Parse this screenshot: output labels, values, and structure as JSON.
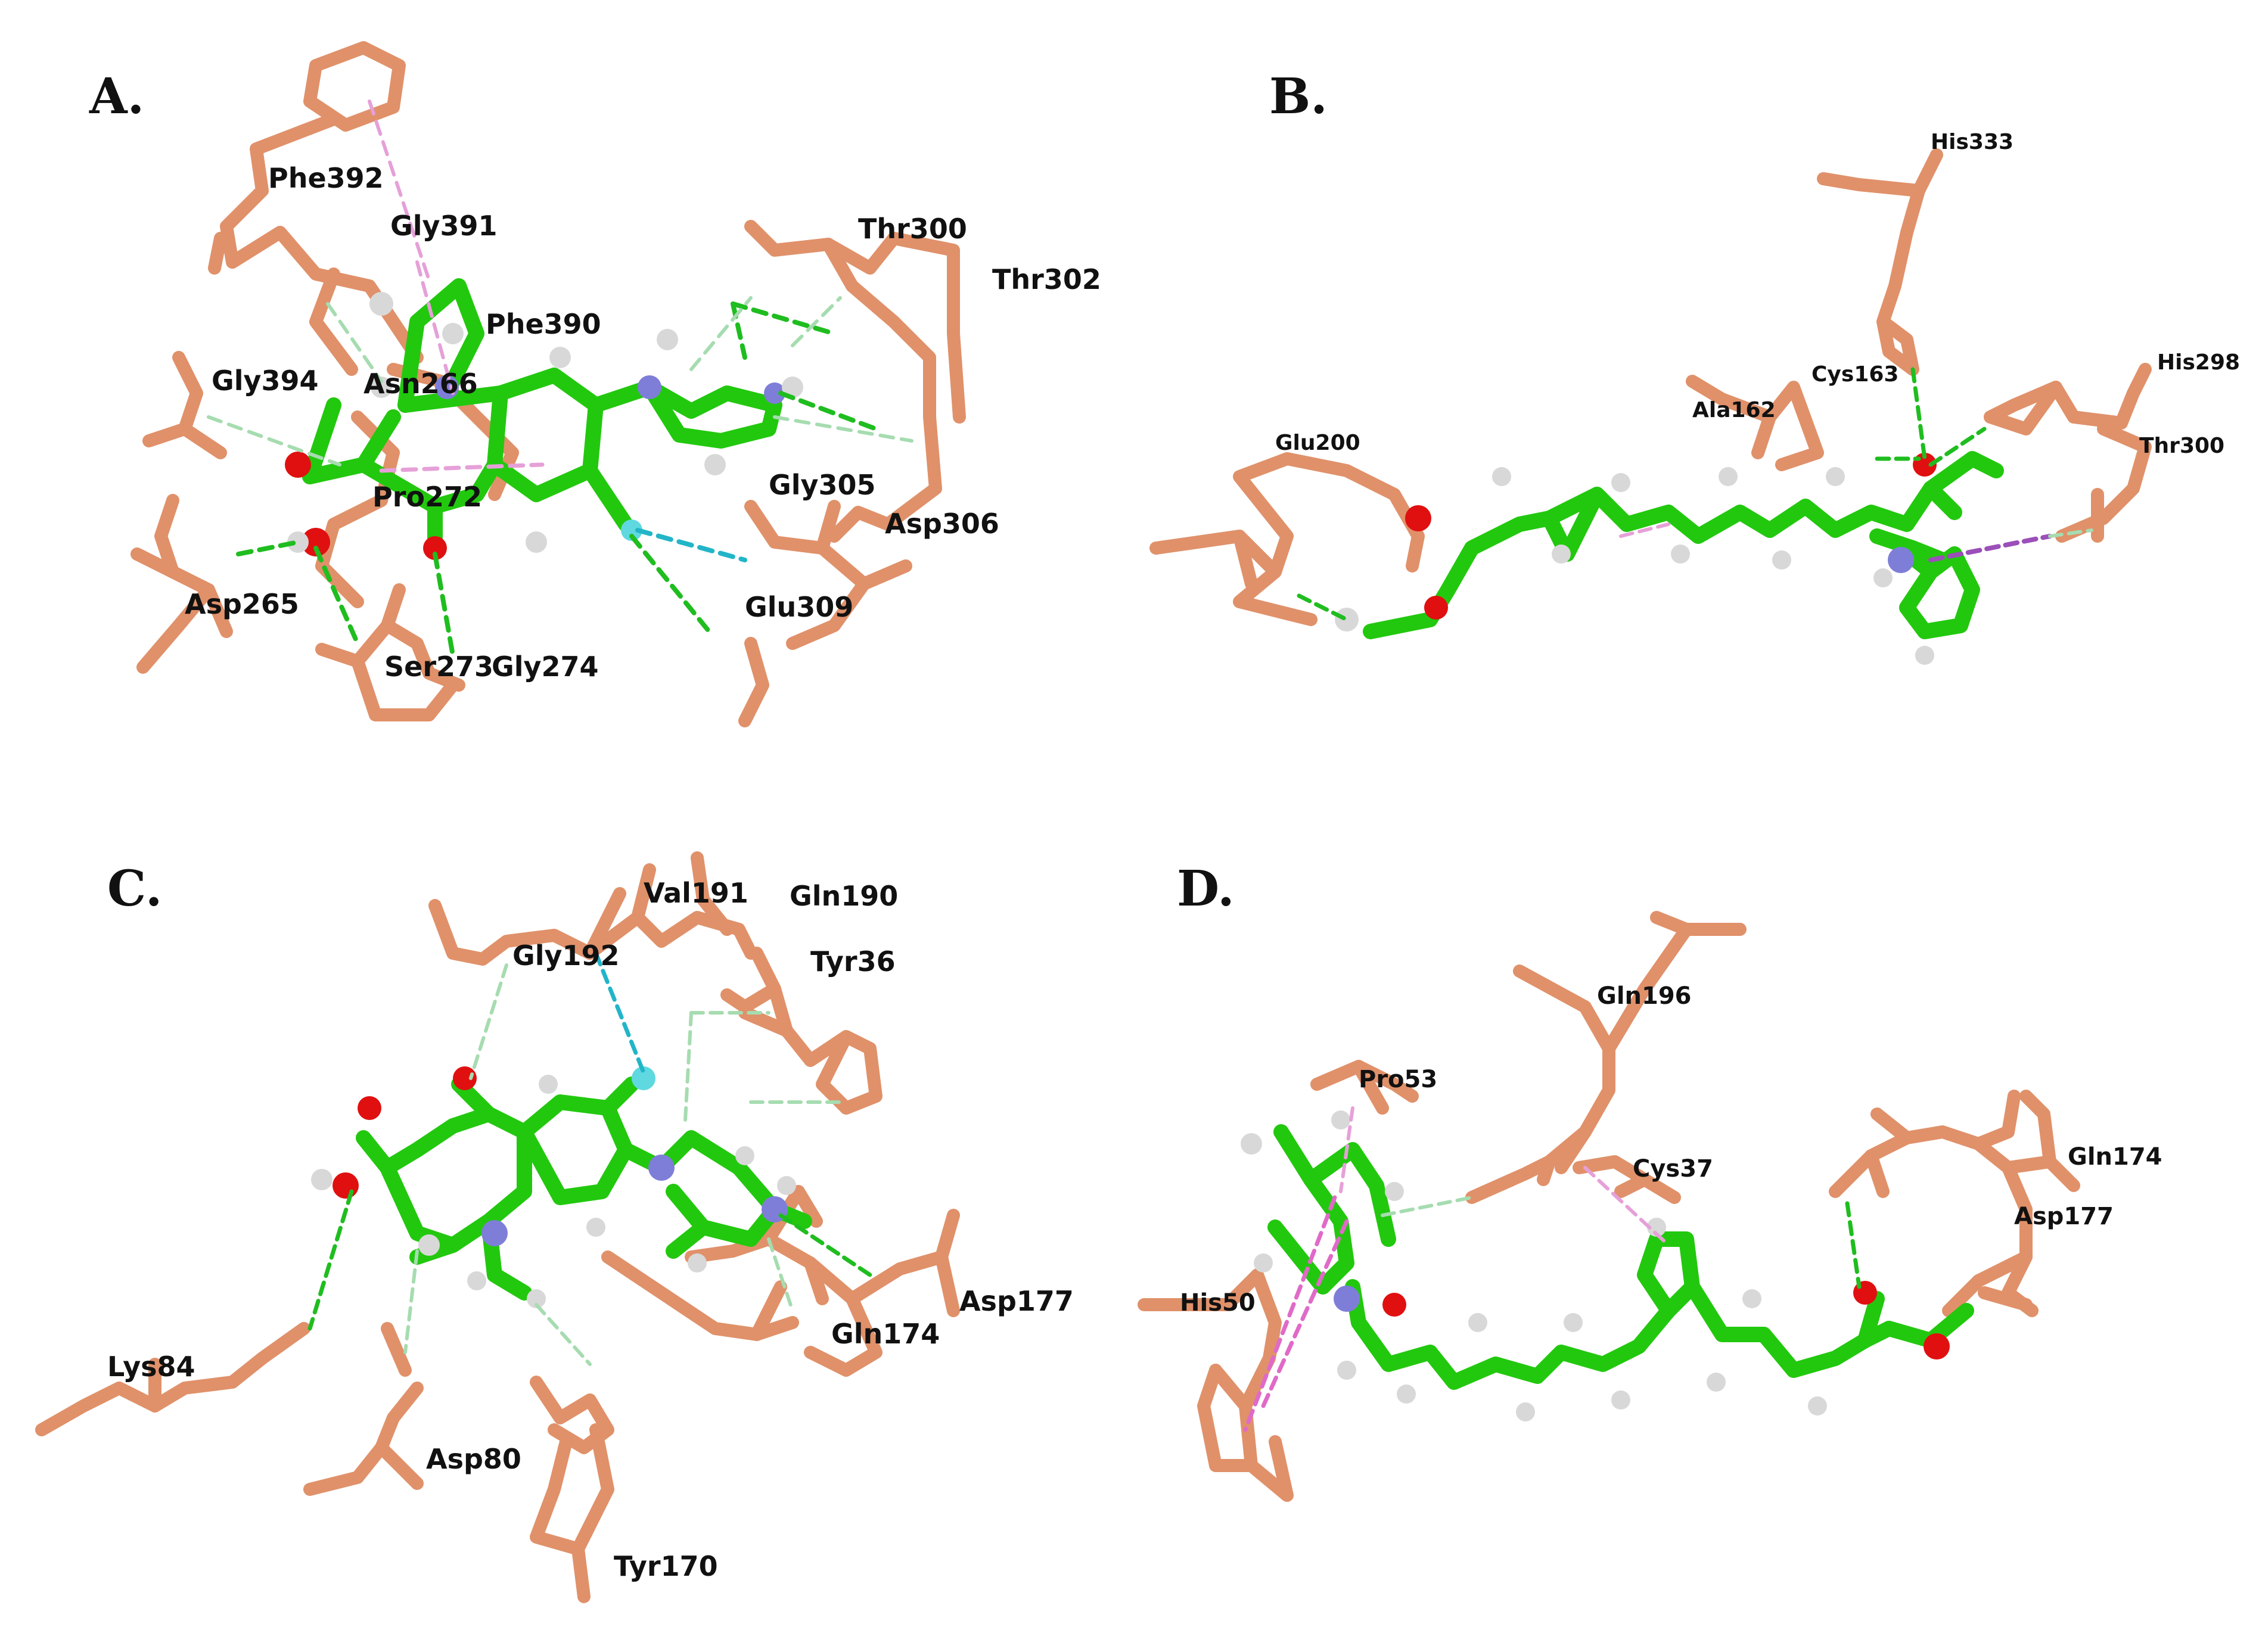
{
  "panels": [
    {
      "id": "A",
      "label": "A.",
      "residues": [
        "Phe392",
        "Gly391",
        "Thr300",
        "Thr302",
        "Phe390",
        "Gly394",
        "Asn266",
        "Gly305",
        "Pro272",
        "Asp306",
        "Asp265",
        "Glu309",
        "Ser273",
        "Gly274"
      ]
    },
    {
      "id": "B",
      "label": "B.",
      "residues": [
        "His333",
        "His298",
        "Cys163",
        "Ala162",
        "Glu200",
        "Thr300"
      ]
    },
    {
      "id": "C",
      "label": "C.",
      "residues": [
        "Val191",
        "Gln190",
        "Gly192",
        "Tyr36",
        "Asp177",
        "Gln174",
        "Lys84",
        "Asp80",
        "Tyr170"
      ]
    },
    {
      "id": "D",
      "label": "D.",
      "residues": [
        "Gln196",
        "Pro53",
        "Cys37",
        "Gln174",
        "Asp177",
        "His50"
      ]
    }
  ],
  "colors": {
    "protein": "#e0916a",
    "protein_dark": "#b56f4c",
    "ligand": "#22c80e",
    "nitrogen": "#7e7ed8",
    "oxygen": "#e01010",
    "fluorine": "#5fd8e0",
    "hydrogen": "#d8d8d8",
    "hbond": "#1fbd1f",
    "weak_hbond": "#a6dcb0",
    "halogen": "#22b5c8",
    "pi_alkyl": "#e6a0d8",
    "pi_sigma": "#9b4fb8"
  }
}
